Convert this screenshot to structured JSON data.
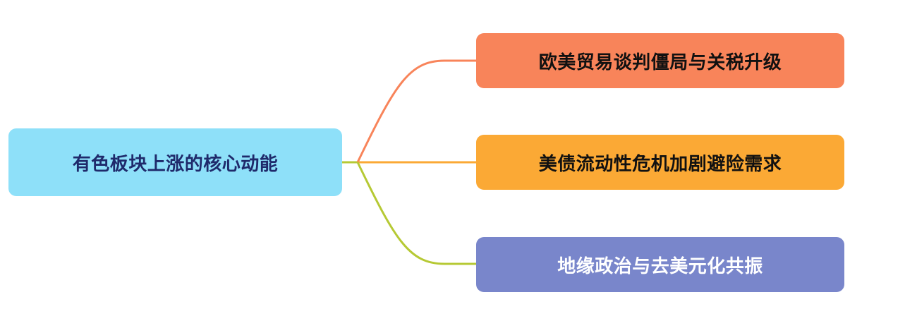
{
  "root": {
    "label": "有色板块上涨的核心动能",
    "bg_color": "#8EE0F9",
    "text_color": "#1F2A6B"
  },
  "branches": [
    {
      "label": "欧美贸易谈判僵局与关税升级",
      "bg_color": "#F8845A",
      "line_color": "#F8845A",
      "text_color": "#111111"
    },
    {
      "label": "美债流动性危机加剧避险需求",
      "bg_color": "#FBA935",
      "line_color": "#FBA935",
      "text_color": "#111111"
    },
    {
      "label": "地缘政治与去美元化共振",
      "bg_color": "#7986CB",
      "line_color": "#B6C934",
      "text_color": "#FFFFFF"
    }
  ]
}
